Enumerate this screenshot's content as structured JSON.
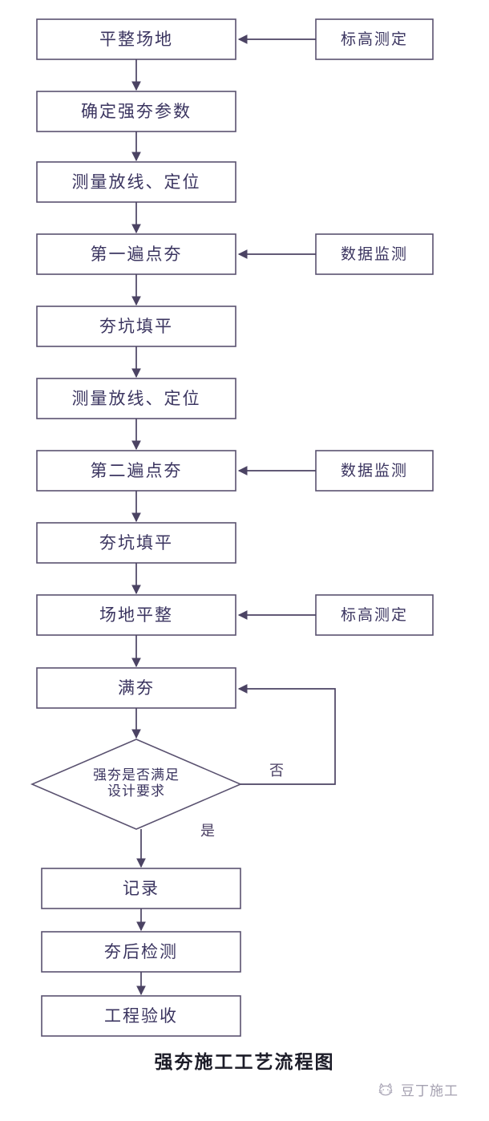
{
  "diagram": {
    "caption": "强夯施工工艺流程图",
    "colors": {
      "box_stroke": "#5a5270",
      "line": "#4b4363",
      "text": "#3b3560",
      "background": "#ffffff",
      "caption_text": "#1c1c28"
    },
    "main_nodes": [
      {
        "id": "n1",
        "label": "平整场地",
        "shape": "rect"
      },
      {
        "id": "n2",
        "label": "确定强夯参数",
        "shape": "rect"
      },
      {
        "id": "n3",
        "label": "测量放线、定位",
        "shape": "rect"
      },
      {
        "id": "n4",
        "label": "第一遍点夯",
        "shape": "rect"
      },
      {
        "id": "n5",
        "label": "夯坑填平",
        "shape": "rect"
      },
      {
        "id": "n6",
        "label": "测量放线、定位",
        "shape": "rect"
      },
      {
        "id": "n7",
        "label": "第二遍点夯",
        "shape": "rect"
      },
      {
        "id": "n8",
        "label": "夯坑填平",
        "shape": "rect"
      },
      {
        "id": "n9",
        "label": "场地平整",
        "shape": "rect"
      },
      {
        "id": "n10",
        "label": "满夯",
        "shape": "rect"
      },
      {
        "id": "n11",
        "label": "强夯是否满足\n设计要求",
        "line1": "强夯是否满足",
        "line2": "设计要求",
        "shape": "diamond"
      },
      {
        "id": "n12",
        "label": "记录",
        "shape": "rect"
      },
      {
        "id": "n13",
        "label": "夯后检测",
        "shape": "rect"
      },
      {
        "id": "n14",
        "label": "工程验收",
        "shape": "rect"
      }
    ],
    "side_nodes": [
      {
        "id": "s1",
        "label": "标高测定",
        "target": "n1"
      },
      {
        "id": "s2",
        "label": "数据监测",
        "target": "n4"
      },
      {
        "id": "s3",
        "label": "数据监测",
        "target": "n7"
      },
      {
        "id": "s4",
        "label": "标高测定",
        "target": "n9"
      }
    ],
    "edge_labels": [
      {
        "id": "e_no",
        "label": "否",
        "from": "n11",
        "to": "n10"
      },
      {
        "id": "e_yes",
        "label": "是",
        "from": "n11",
        "to": "n12"
      }
    ],
    "watermark": {
      "text": "豆丁施工",
      "icon": "cat-logo-icon"
    }
  }
}
